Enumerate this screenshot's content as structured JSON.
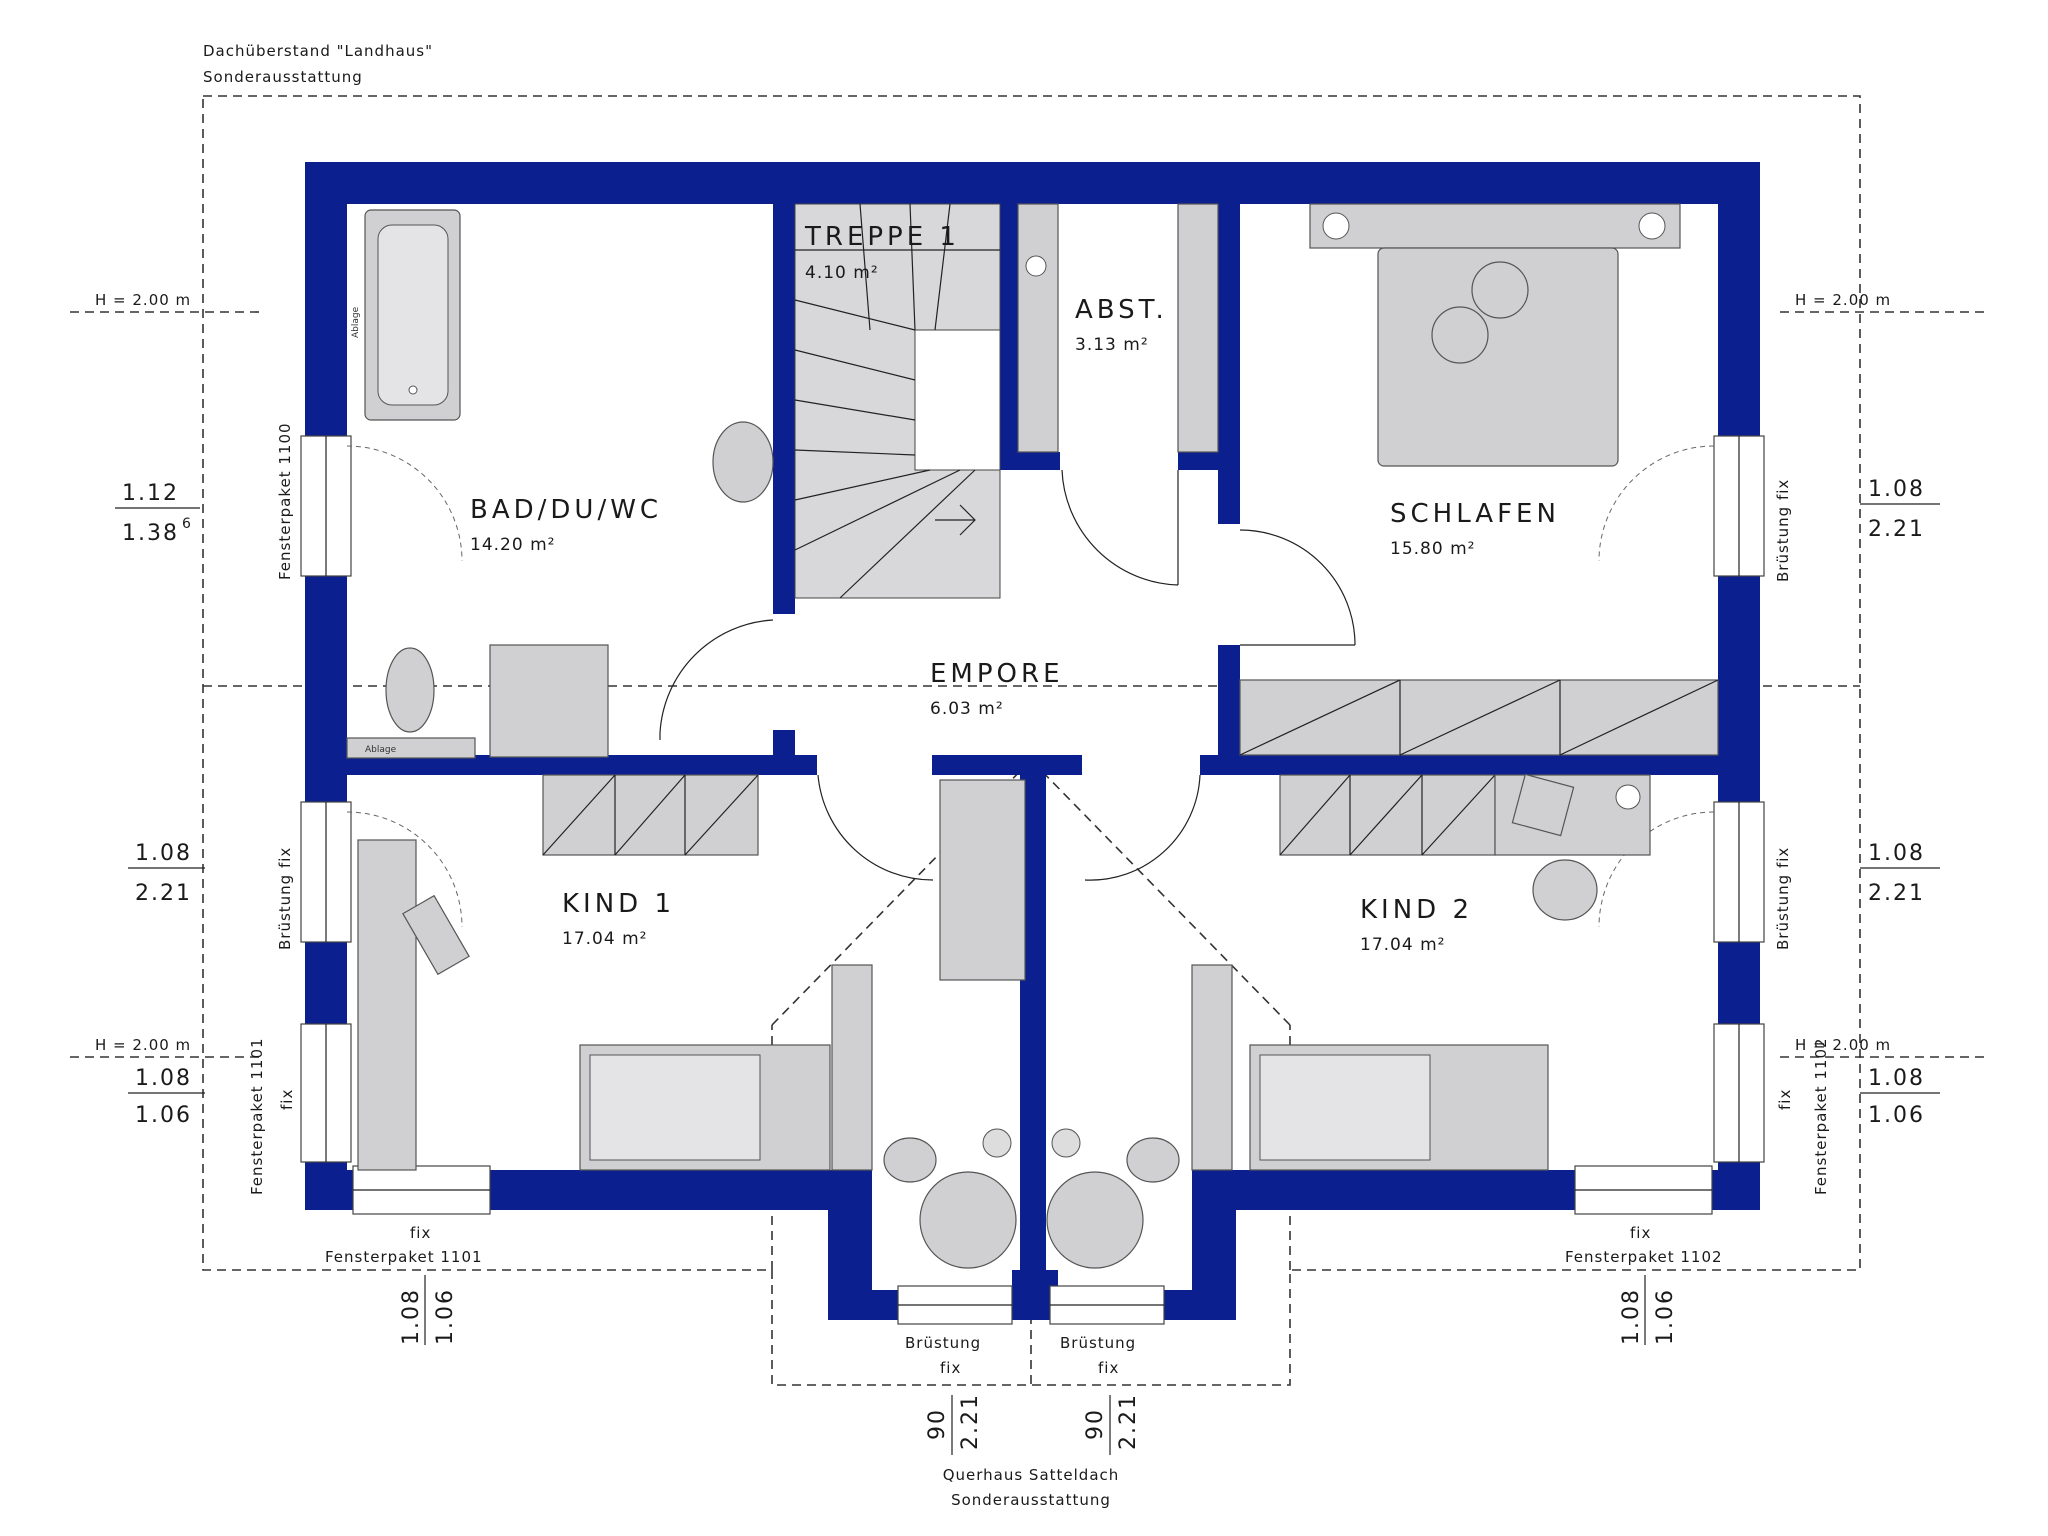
{
  "roof": {
    "title": "Dachüberstand \"Landhaus\"",
    "subtitle": "Sonderausstattung"
  },
  "cross_gable": {
    "title": "Querhaus Satteldach",
    "subtitle": "Sonderausstattung"
  },
  "rooms": {
    "bath": {
      "name": "BAD/DU/WC",
      "area": "14.20 m²"
    },
    "stairs": {
      "name": "TREPPE 1",
      "area": "4.10 m²"
    },
    "storage": {
      "name": "ABST.",
      "area": "3.13 m²"
    },
    "bedroom": {
      "name": "SCHLAFEN",
      "area": "15.80 m²"
    },
    "landing": {
      "name": "EMPORE",
      "area": "6.03 m²"
    },
    "kid1": {
      "name": "KIND 1",
      "area": "17.04 m²"
    },
    "kid2": {
      "name": "KIND 2",
      "area": "17.04 m²"
    }
  },
  "heights": {
    "left_top": "H = 2.00 m",
    "right_top": "H = 2.00 m",
    "left_bottom": "H = 2.00 m",
    "right_bottom": "H = 2.00 m"
  },
  "windows": {
    "bath_left": {
      "label": "Fensterpaket 1100",
      "top": "1.12",
      "bottom": "1.38",
      "superscript": "6"
    },
    "bedroom_right": {
      "label": "Brüstung fix",
      "top": "1.08",
      "bottom": "2.21"
    },
    "kid1_left": {
      "label": "Brüstung fix",
      "top": "1.08",
      "bottom": "2.21"
    },
    "kid2_right": {
      "label": "Brüstung fix",
      "top": "1.08",
      "bottom": "2.21"
    },
    "kid1_corner_side": {
      "label": "Fensterpaket 1101",
      "fix": "fix",
      "top": "1.08",
      "bottom": "1.06"
    },
    "kid2_corner_side": {
      "label": "Fensterpaket 1102",
      "fix": "fix",
      "top": "1.08",
      "bottom": "1.06"
    },
    "kid1_bottom": {
      "label": "Fensterpaket 1101",
      "fix": "fix",
      "left": "1.08",
      "right": "1.06"
    },
    "kid2_bottom": {
      "label": "Fensterpaket 1102",
      "fix": "fix",
      "left": "1.08",
      "right": "1.06"
    },
    "gable_left": {
      "label": "Brüstung",
      "fix": "fix",
      "left": "90",
      "right": "2.21"
    },
    "gable_right": {
      "label": "Brüstung",
      "fix": "fix",
      "left": "90",
      "right": "2.21"
    }
  },
  "fixtures": {
    "shelf_label": "Ablage",
    "tub_label": "Ablage"
  },
  "colors": {
    "wall": "#0b1f8f",
    "furniture": "#d0d0d2"
  }
}
